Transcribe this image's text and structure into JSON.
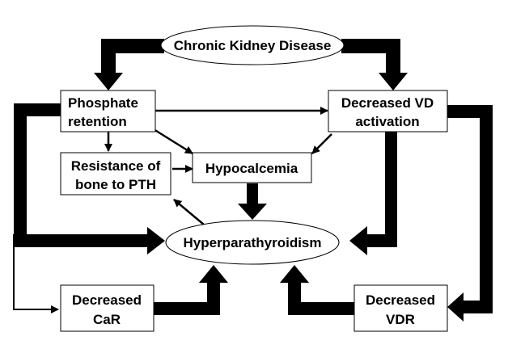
{
  "nodes": {
    "ckd": {
      "lines": [
        "Chronic Kidney Disease"
      ]
    },
    "phosphate": {
      "lines": [
        "Phosphate",
        "retention"
      ]
    },
    "decreased_vd": {
      "lines": [
        "Decreased VD",
        "activation"
      ]
    },
    "resistance": {
      "lines": [
        "Resistance of",
        "bone to PTH"
      ]
    },
    "hypocalcemia": {
      "lines": [
        "Hypocalcemia"
      ]
    },
    "hyperpara": {
      "lines": [
        "Hyperparathyroidism"
      ]
    },
    "decreased_car": {
      "lines": [
        "Decreased",
        "CaR"
      ]
    },
    "decreased_vdr": {
      "lines": [
        "Decreased",
        "VDR"
      ]
    }
  },
  "colors": {
    "stroke": "#000000",
    "fill": "#ffffff"
  }
}
